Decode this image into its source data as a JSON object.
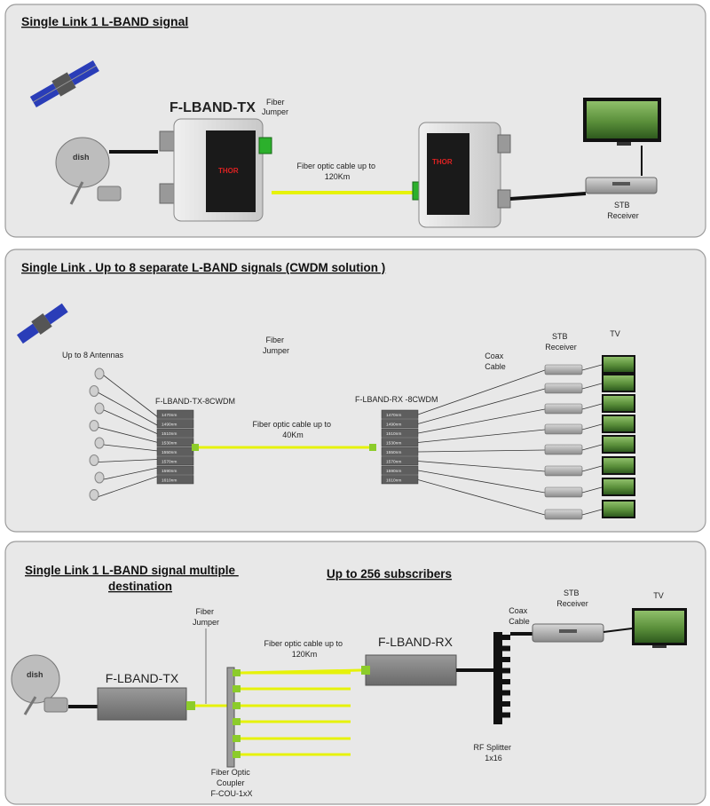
{
  "panel1": {
    "title": "Single Link  1 L-BAND signal",
    "tx_label": "F-LBAND-TX",
    "fiber_jumper": [
      "Fiber",
      "Jumper"
    ],
    "cable": [
      "Fiber optic cable up to",
      "120Km"
    ],
    "stb": [
      "STB",
      "Receiver"
    ],
    "tx_brand": "THOR"
  },
  "panel2": {
    "title": "Single Link .  Up to 8 separate  L-BAND  signals (CWDM solution )",
    "antennas": "Up to 8 Antennas",
    "fiber_jumper": [
      "Fiber",
      "Jumper"
    ],
    "tx_label": "F-LBAND-TX-8CWDM",
    "rx_label": "F-LBAND-RX -8CWDM",
    "cable": [
      "Fiber optic cable up to",
      "40Km"
    ],
    "coax": [
      "Coax",
      "Cable"
    ],
    "stb": [
      "STB",
      "Receiver"
    ],
    "tv": "TV",
    "wavelengths": [
      "1470nm",
      "1490nm",
      "1510nm",
      "1530nm",
      "1550nm",
      "1570nm",
      "1590nm",
      "1610nm"
    ]
  },
  "panel3": {
    "title": [
      "Single Link  1 L-BAND signal  multiple",
      "destination"
    ],
    "subtitle": "Up to 256 subscribers",
    "tx_label": "F-LBAND-TX",
    "rx_label": "F-LBAND-RX",
    "fiber_jumper": [
      "Fiber",
      "Jumper"
    ],
    "cable": [
      "Fiber optic cable up to",
      "120Km"
    ],
    "coupler": [
      "Fiber Optic",
      "Coupler",
      "F-COU-1xX"
    ],
    "splitter": [
      "RF Splitter",
      "1x16"
    ],
    "coax": [
      "Coax",
      "Cable"
    ],
    "stb": [
      "STB",
      "Receiver"
    ],
    "tv": "TV"
  },
  "colors": {
    "fiber": "#e6f20a",
    "connector": "#8ccc2a",
    "panel": "#e8e8e8",
    "device": "#7f7f7f"
  }
}
